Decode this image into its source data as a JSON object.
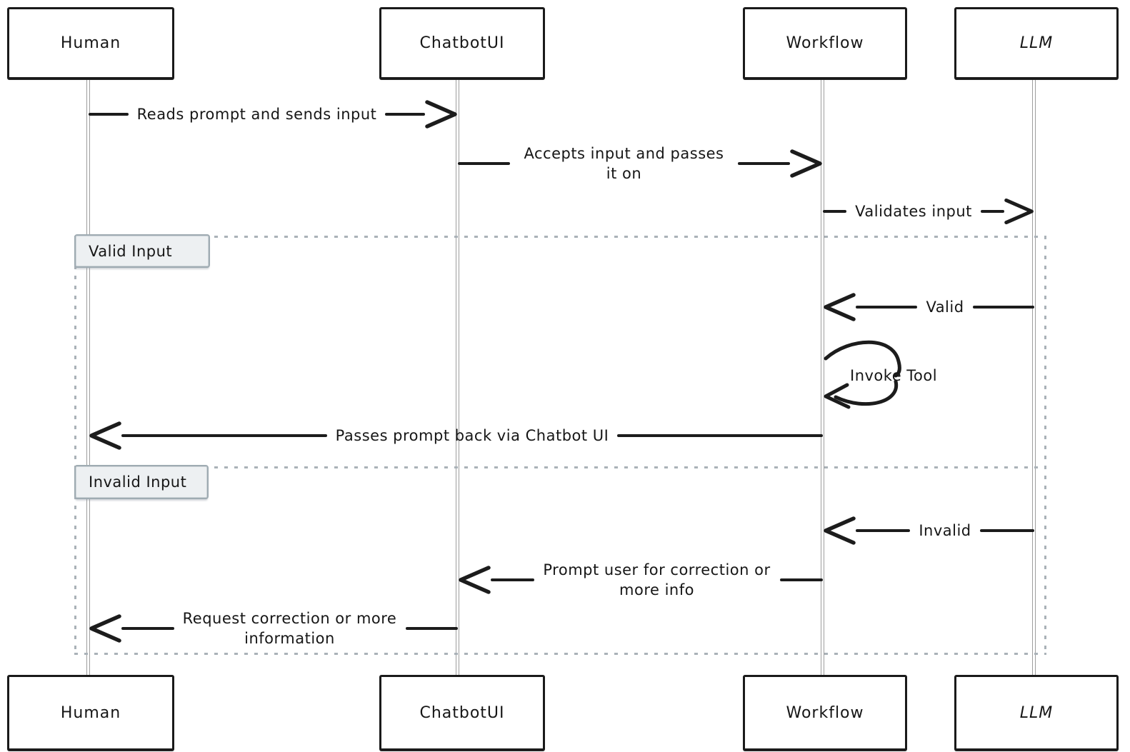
{
  "diagram": {
    "type": "sequence-diagram",
    "style": "hand-drawn",
    "actors": [
      {
        "id": "human",
        "label": "Human"
      },
      {
        "id": "chatbotui",
        "label": "ChatbotUI"
      },
      {
        "id": "workflow",
        "label": "Workflow"
      },
      {
        "id": "llm",
        "label": "LLM"
      }
    ],
    "messages": [
      {
        "from": "human",
        "to": "chatbotui",
        "direction": "right",
        "label": "Reads prompt and sends input"
      },
      {
        "from": "chatbotui",
        "to": "workflow",
        "direction": "right",
        "label": "Accepts input and passes it on"
      },
      {
        "from": "workflow",
        "to": "llm",
        "direction": "right",
        "label": "Validates input"
      },
      {
        "from": "llm",
        "to": "workflow",
        "direction": "left",
        "label": "Valid"
      },
      {
        "from": "workflow",
        "to": "workflow",
        "direction": "self",
        "label": "Invoke Tool"
      },
      {
        "from": "workflow",
        "to": "human",
        "direction": "left",
        "label": "Passes prompt back via Chatbot UI"
      },
      {
        "from": "llm",
        "to": "workflow",
        "direction": "left",
        "label": "Invalid"
      },
      {
        "from": "workflow",
        "to": "chatbotui",
        "direction": "left",
        "label": "Prompt user for correction or more info"
      },
      {
        "from": "chatbotui",
        "to": "human",
        "direction": "left",
        "label": "Request correction or more information"
      }
    ],
    "sections": [
      {
        "label": "Valid Input"
      },
      {
        "label": "Invalid Input"
      }
    ],
    "colors": {
      "background": "#ffffff",
      "actor_border": "#1a1a1a",
      "message_line": "#1c1c1c",
      "lifeline": "#9e9e9e",
      "frame_dots": "#aab2b8",
      "section_label_bg": "#edf0f2",
      "section_label_border": "#9fabb2",
      "text": "#161616"
    }
  }
}
